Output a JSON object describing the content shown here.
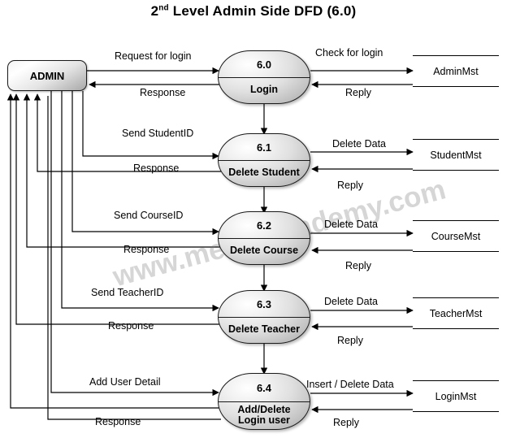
{
  "title": {
    "prefix": "2",
    "sup": "nd",
    "rest": " Level Admin Side DFD (6.0)"
  },
  "watermark": "www.meeraacademy.com",
  "entity": {
    "label": "ADMIN"
  },
  "processes": [
    {
      "number": "6.0",
      "name": "Login"
    },
    {
      "number": "6.1",
      "name": "Delete Student"
    },
    {
      "number": "6.2",
      "name": "Delete Course"
    },
    {
      "number": "6.3",
      "name": "Delete Teacher"
    },
    {
      "number": "6.4",
      "name": "Add/Delete\nLogin user",
      "name_line1": "Add/Delete",
      "name_line2": "Login user"
    }
  ],
  "stores": [
    {
      "label": "AdminMst"
    },
    {
      "label": "StudentMst"
    },
    {
      "label": "CourseMst"
    },
    {
      "label": "TeacherMst"
    },
    {
      "label": "LoginMst"
    }
  ],
  "flows": {
    "admin_to_process": [
      "Request for login",
      "Send StudentID",
      "Send CourseID",
      "Send TeacherID",
      "Add User Detail"
    ],
    "process_to_admin": [
      "Response",
      "Response",
      "Response",
      "Response",
      "Response"
    ],
    "process_to_store": [
      "Check for login",
      "Delete Data",
      "Delete Data",
      "Delete Data",
      "Insert / Delete Data"
    ],
    "store_to_process": [
      "Reply",
      "Reply",
      "Reply",
      "Reply",
      "Reply"
    ]
  },
  "colors": {
    "line": "#000000",
    "text": "#000000",
    "background": "#ffffff",
    "shape_fill_light": "#f0f0f0",
    "shape_fill_dark": "#a6a6a6"
  }
}
